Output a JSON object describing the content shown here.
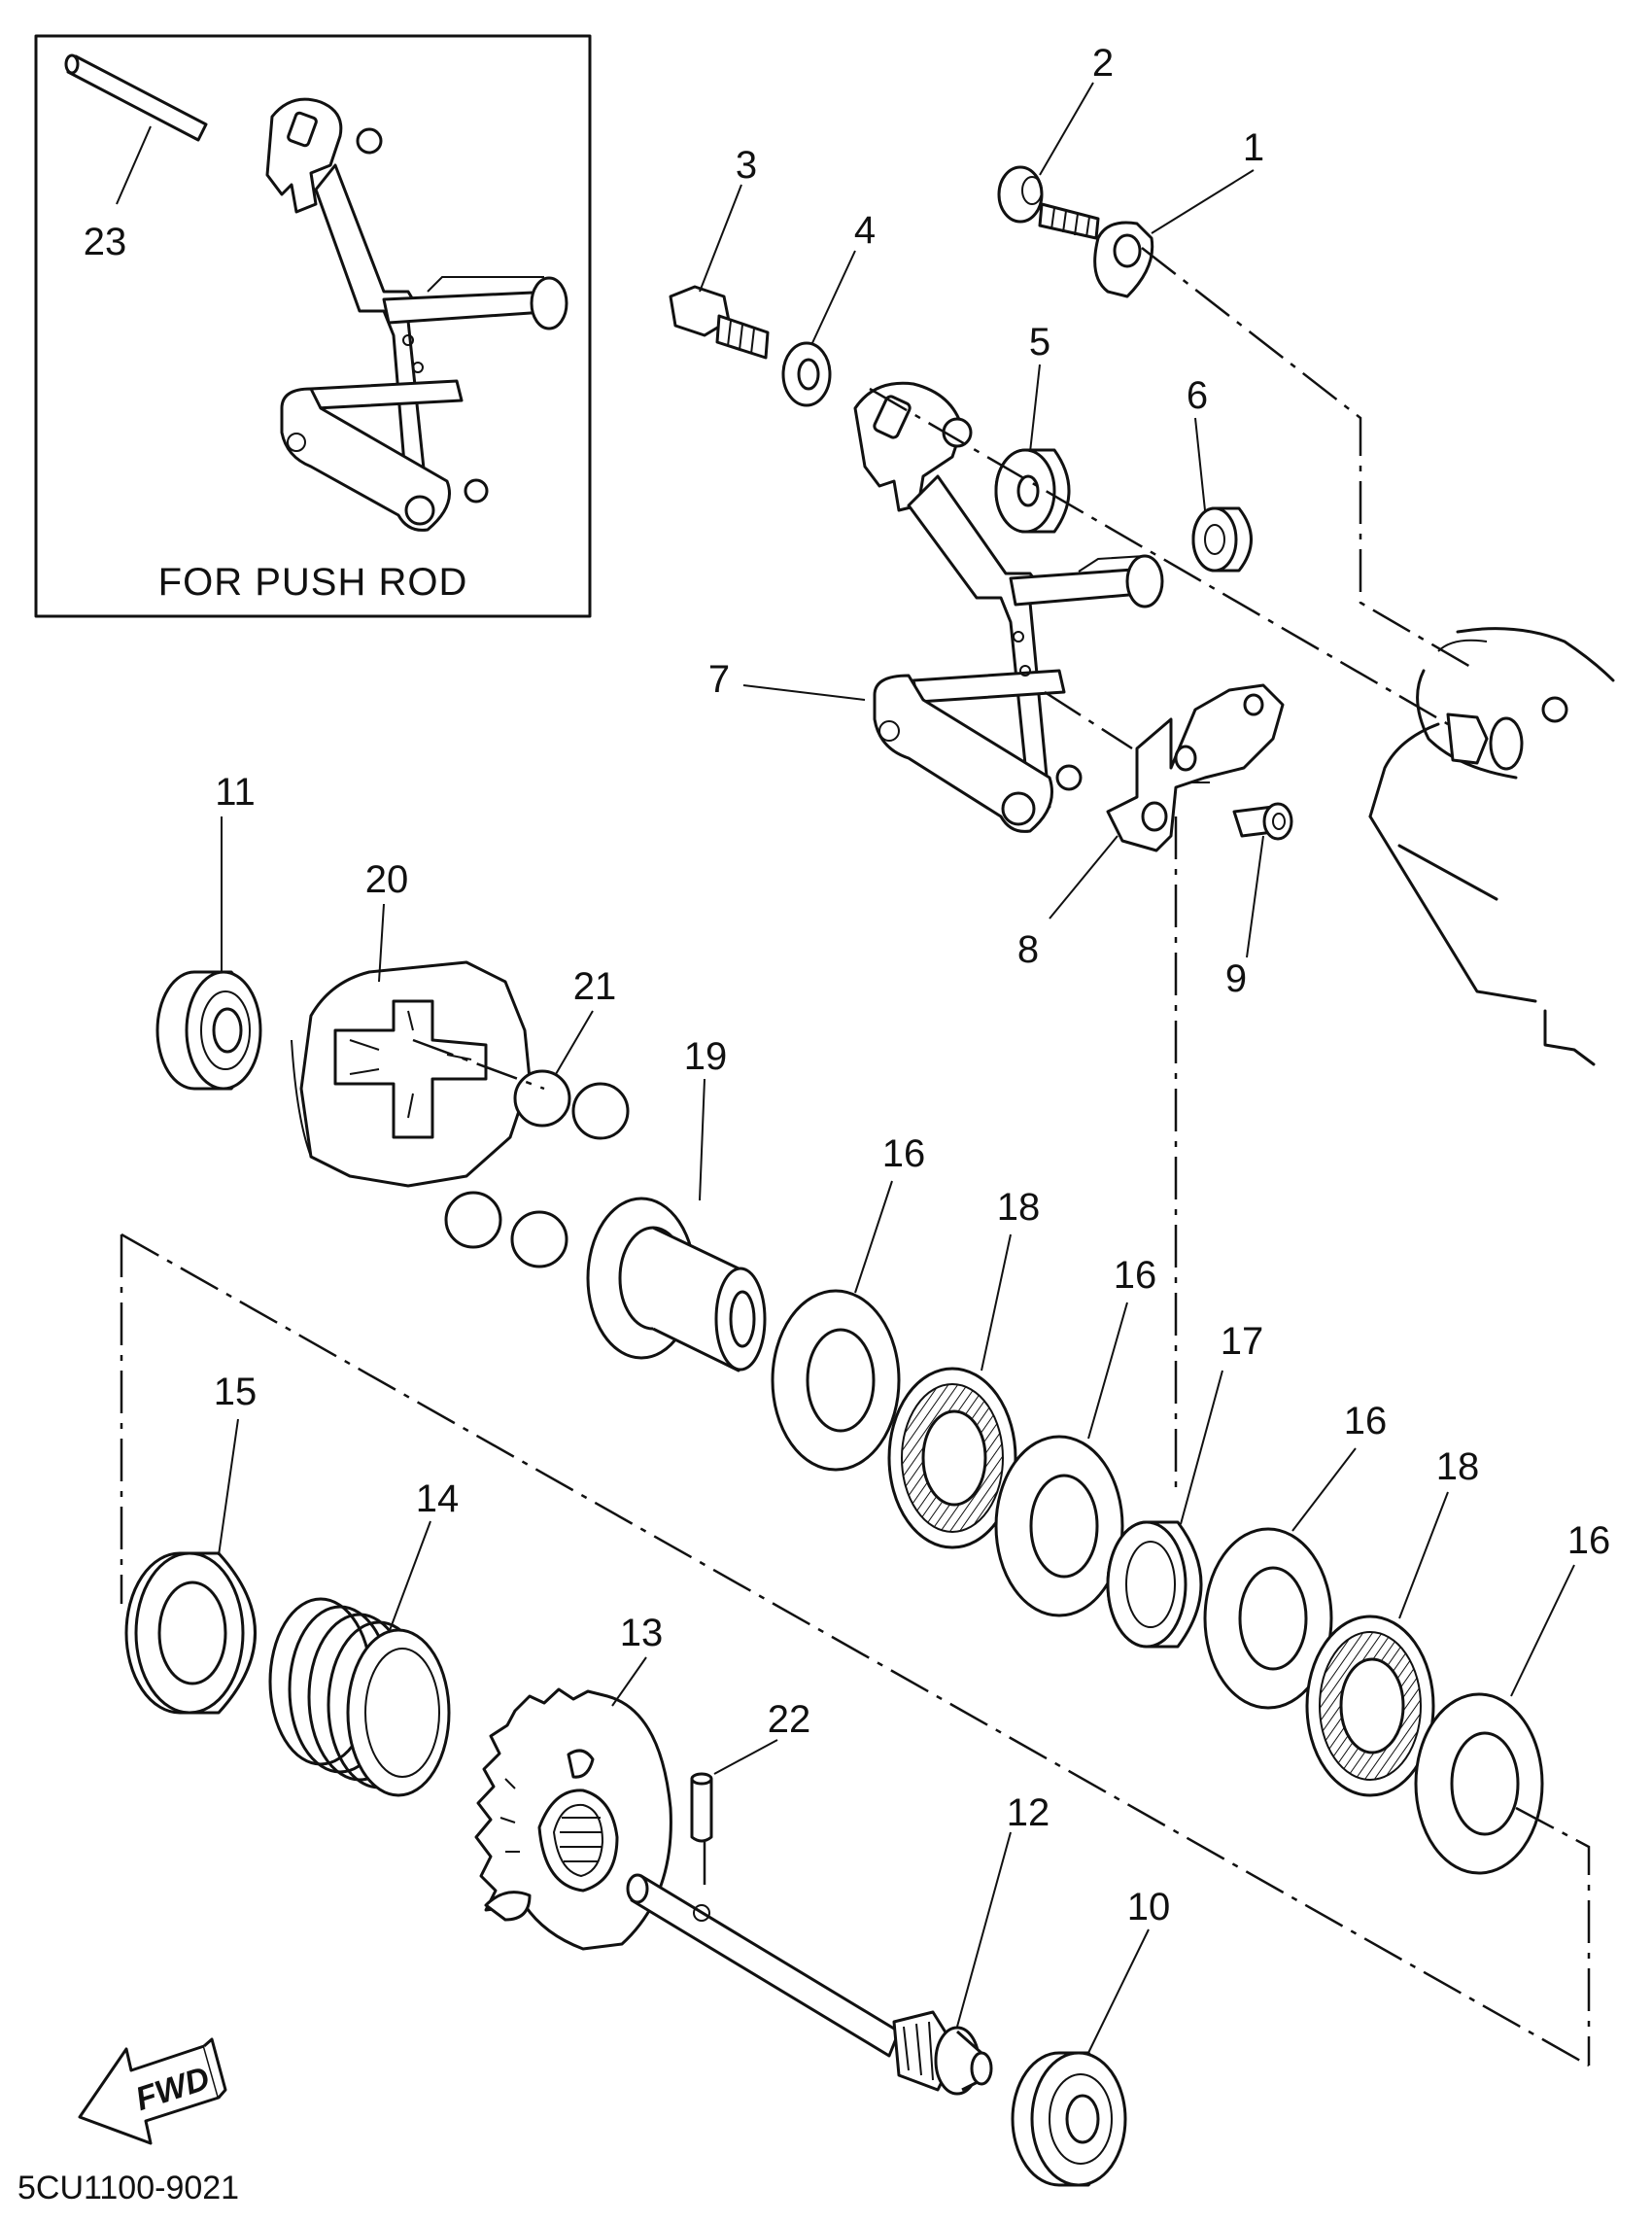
{
  "diagram": {
    "inset_caption": "FOR PUSH ROD",
    "drawing_code": "5CU1100-9021",
    "direction_label": "FWD",
    "callouts": [
      {
        "id": "1",
        "label": "1"
      },
      {
        "id": "2",
        "label": "2"
      },
      {
        "id": "3",
        "label": "3"
      },
      {
        "id": "4",
        "label": "4"
      },
      {
        "id": "5",
        "label": "5"
      },
      {
        "id": "6",
        "label": "6"
      },
      {
        "id": "7",
        "label": "7"
      },
      {
        "id": "8",
        "label": "8"
      },
      {
        "id": "9",
        "label": "9"
      },
      {
        "id": "10",
        "label": "10"
      },
      {
        "id": "11",
        "label": "11"
      },
      {
        "id": "12",
        "label": "12"
      },
      {
        "id": "13",
        "label": "13"
      },
      {
        "id": "14",
        "label": "14"
      },
      {
        "id": "15",
        "label": "15"
      },
      {
        "id": "16a",
        "label": "16"
      },
      {
        "id": "16b",
        "label": "16"
      },
      {
        "id": "16c",
        "label": "16"
      },
      {
        "id": "16d",
        "label": "16"
      },
      {
        "id": "17",
        "label": "17"
      },
      {
        "id": "18a",
        "label": "18"
      },
      {
        "id": "18b",
        "label": "18"
      },
      {
        "id": "19",
        "label": "19"
      },
      {
        "id": "20",
        "label": "20"
      },
      {
        "id": "21",
        "label": "21"
      },
      {
        "id": "22",
        "label": "22"
      },
      {
        "id": "23",
        "label": "23"
      }
    ]
  }
}
